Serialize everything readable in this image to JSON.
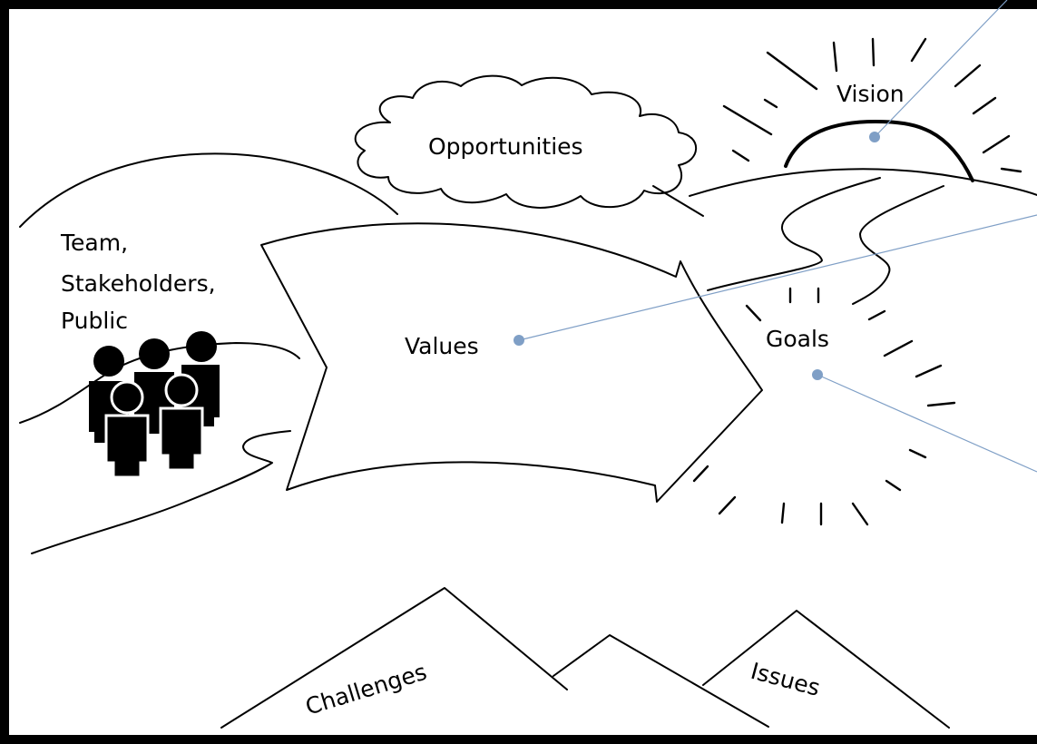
{
  "labels": {
    "vision": "Vision",
    "opportunities": "Opportunities",
    "team_line1": "Team,",
    "team_line2": "Stakeholders,",
    "team_line3": "Public",
    "values": "Values",
    "goals": "Goals",
    "challenges": "Challenges",
    "issues": "Issues"
  },
  "colors": {
    "ink": "#000000",
    "leader": "#7f9fc6",
    "background": "#ffffff"
  },
  "icons": {
    "people": "group-of-people-icon",
    "sun": "rising-sun-icon",
    "cloud": "cloud-icon",
    "arrow": "big-arrow-icon"
  }
}
